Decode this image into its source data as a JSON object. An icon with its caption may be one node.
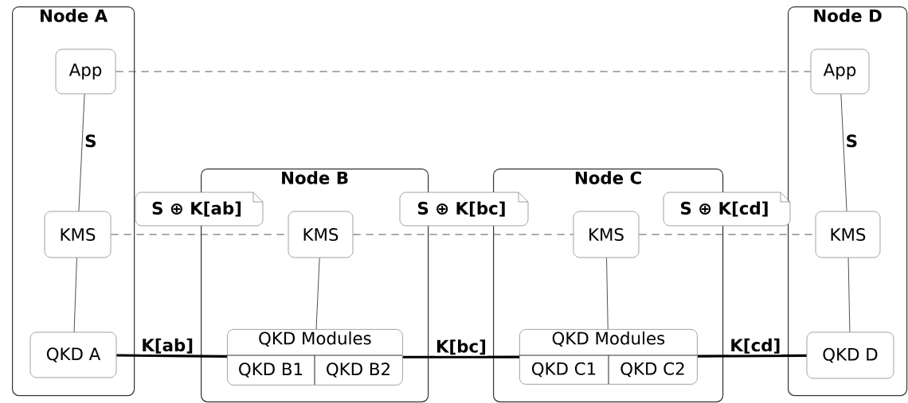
{
  "diagram": {
    "nodes": [
      {
        "text": [
          "Node A"
        ]
      },
      {
        "text": [
          "App"
        ],
        "in": 0
      },
      {
        "text": [
          "KMS"
        ],
        "in": 0
      },
      {
        "text": [
          "QKD A"
        ],
        "in": 0
      },
      {
        "text": [
          "Node B"
        ]
      },
      {
        "text": [
          "KMS"
        ],
        "in": 4
      },
      {
        "text": [
          "QKD Modules"
        ],
        "in": 4
      },
      {
        "text": [
          "QKD B1"
        ],
        "in": 6
      },
      {
        "text": [
          "QKD B2"
        ],
        "in": 6
      },
      {
        "text": [
          "Node C"
        ]
      },
      {
        "text": [
          "KMS"
        ],
        "in": 9
      },
      {
        "text": [
          "QKD Modules"
        ],
        "in": 9
      },
      {
        "text": [
          "QKD C1"
        ],
        "in": 11
      },
      {
        "text": [
          "QKD C2"
        ],
        "in": 11
      },
      {
        "text": [
          "Node D"
        ]
      },
      {
        "text": [
          "App"
        ],
        "in": 14
      },
      {
        "text": [
          "KMS"
        ],
        "in": 14
      },
      {
        "text": [
          "QKD D"
        ],
        "in": 14
      },
      {
        "text": [
          "S ⊕ K[ab]"
        ]
      },
      {
        "text": [
          "S ⊕ K[bc]"
        ]
      },
      {
        "text": [
          "S ⊕ K[cd]"
        ]
      }
    ],
    "edges": [
      {
        "from": 1,
        "to": 15,
        "arrow": "none",
        "style": "dashed"
      },
      {
        "from": 1,
        "to": 2,
        "arrow": "none",
        "label": "S"
      },
      {
        "from": 2,
        "to": 3,
        "arrow": "none"
      },
      {
        "from": 2,
        "to": 5,
        "arrow": "none",
        "style": "dashed"
      },
      {
        "from": 5,
        "to": 10,
        "arrow": "none",
        "style": "dashed"
      },
      {
        "from": 10,
        "to": 16,
        "arrow": "none",
        "style": "dashed"
      },
      {
        "from": 5,
        "to": 6,
        "arrow": "none"
      },
      {
        "from": 10,
        "to": 11,
        "arrow": "none"
      },
      {
        "from": 15,
        "to": 16,
        "arrow": "none",
        "label": "S"
      },
      {
        "from": 16,
        "to": 17,
        "arrow": "none"
      },
      {
        "from": 3,
        "to": 6,
        "arrow": "none",
        "label": "K[ab]",
        "style": "thick"
      },
      {
        "from": 6,
        "to": 11,
        "arrow": "none",
        "label": "K[bc]",
        "style": "thick"
      },
      {
        "from": 11,
        "to": 17,
        "arrow": "none",
        "label": "K[cd]",
        "style": "thick"
      }
    ]
  }
}
